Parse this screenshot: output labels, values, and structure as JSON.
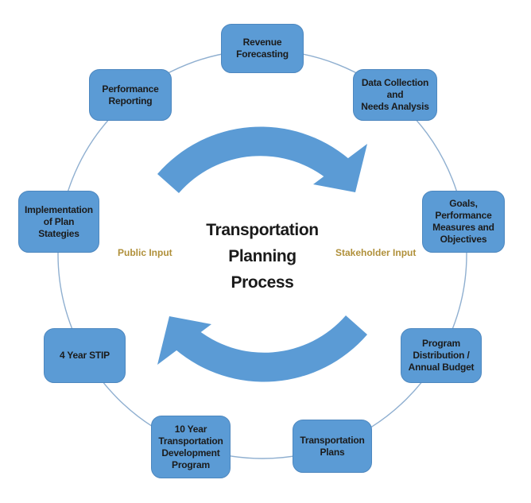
{
  "title": {
    "text": "Transportation\nPlanning\nProcess"
  },
  "inputs": {
    "left": "Public Input",
    "right": "Stakeholder Input"
  },
  "nodes": [
    {
      "label": "Revenue\nForecasting"
    },
    {
      "label": "Data Collection\nand\nNeeds Analysis"
    },
    {
      "label": "Goals,\nPerformance\nMeasures and\nObjectives"
    },
    {
      "label": "Program\nDistribution /\nAnnual Budget"
    },
    {
      "label": "Transportation\nPlans"
    },
    {
      "label": "10 Year\nTransportation\nDevelopment\nProgram"
    },
    {
      "label": "4 Year STIP"
    },
    {
      "label": "Implementation\nof Plan\nStategies"
    },
    {
      "label": "Performance\nReporting"
    }
  ],
  "icons": [
    {
      "name": "clockwise-arrow-top"
    },
    {
      "name": "clockwise-arrow-bottom"
    }
  ],
  "colors": {
    "node_fill": "#5B9BD5",
    "node_border": "#4D87BF",
    "arrow": "#5B9BD5",
    "ring": "#8FAFD0",
    "input_label": "#B0903A",
    "title": "#1A1A1A",
    "node_text": "#1B1B1B"
  }
}
